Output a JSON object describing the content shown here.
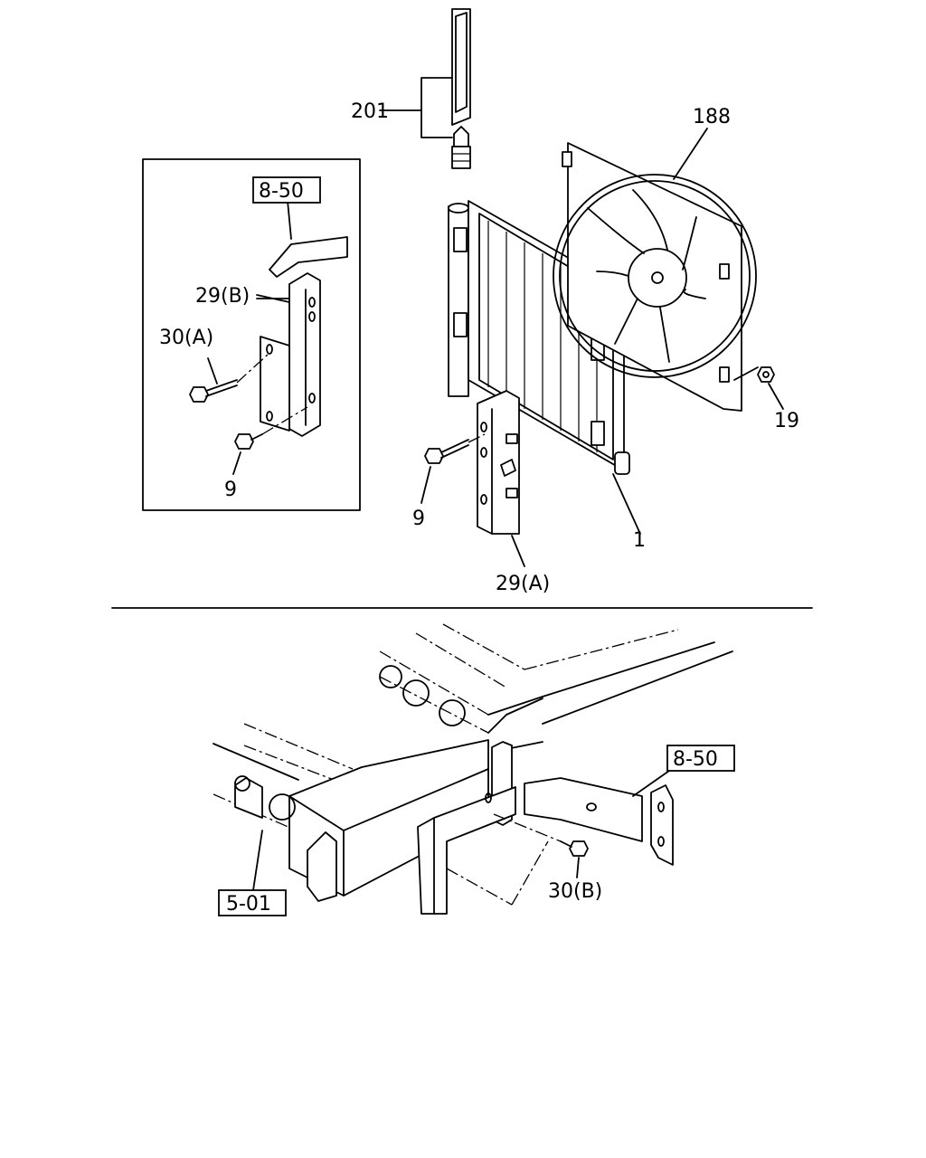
{
  "callouts": {
    "c201": "201",
    "c188": "188",
    "c19": "19",
    "c1": "1",
    "c29a": "29(A)",
    "c9_main": "9",
    "inset_ref_8_50": "8-50",
    "c29b": "29(B)",
    "c30a": "30(A)",
    "c9_inset": "9",
    "lower_ref_8_50": "8-50",
    "lower_ref_5_01": "5-01",
    "c30b": "30(B)"
  }
}
